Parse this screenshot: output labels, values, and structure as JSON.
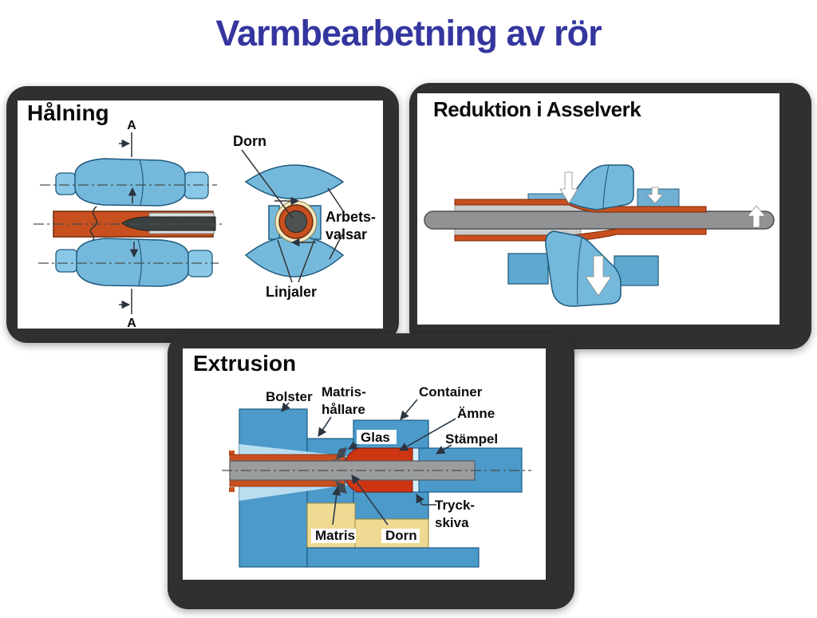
{
  "title": "Varmbearbetning av rör",
  "colors": {
    "title_blue": "#3535a0",
    "frame_dark": "#303030",
    "roll_blue": "#74b9dc",
    "block_blue": "#4b9aca",
    "billet_orange": "#c8501f",
    "billet_red": "#ce3512",
    "mandrel_gray": "#909294",
    "funnel_blue": "#b9ddef",
    "matris_yellow": "#eeda92",
    "glass_cream": "#f1e8c2"
  },
  "panels": {
    "halning": {
      "heading": "Hålning",
      "labels": {
        "section_a_top": "A",
        "section_a_bottom": "A",
        "dorn": "Dorn",
        "arbets_line1": "Arbets-",
        "arbets_line2": "valsar",
        "linjaler": "Linjaler"
      }
    },
    "asselverk": {
      "heading": "Reduktion i Asselverk"
    },
    "extrusion": {
      "heading": "Extrusion",
      "labels": {
        "bolster": "Bolster",
        "matrishallare_line1": "Matris-",
        "matrishallare_line2": "hållare",
        "container": "Container",
        "amne": "Ämne",
        "glas": "Glas",
        "stampel": "Stämpel",
        "tryckskiva_line1": "Tryck-",
        "tryckskiva_line2": "skiva",
        "matris": "Matris",
        "dorn": "Dorn"
      }
    }
  }
}
